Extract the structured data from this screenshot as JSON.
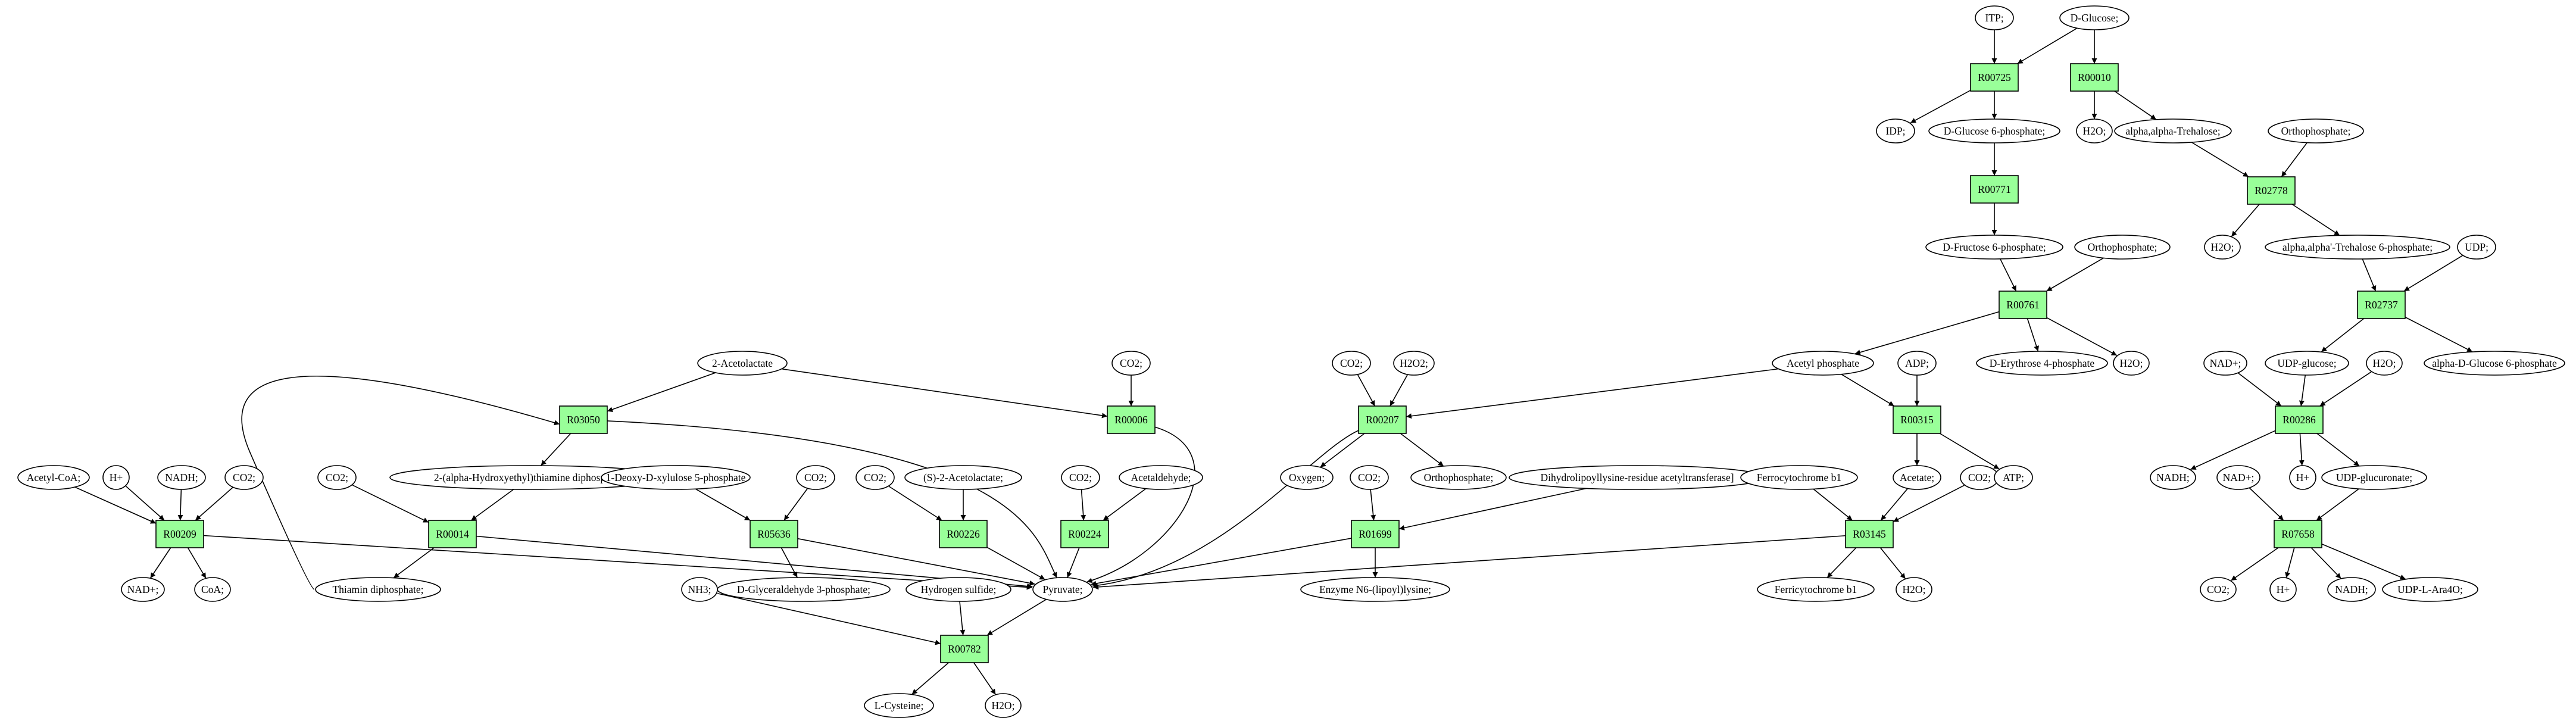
{
  "colors": {
    "background": "#ffffff",
    "reaction_fill": "#99ff99",
    "metabolite_fill": "#ffffff",
    "source_fill": "#00ff00",
    "target_fill": "#ffff00",
    "stroke": "#000000"
  },
  "reactions": [
    {
      "id": "R00725",
      "label": "R00725"
    },
    {
      "id": "R00010",
      "label": "R00010"
    },
    {
      "id": "R00771",
      "label": "R00771"
    },
    {
      "id": "R02778",
      "label": "R02778"
    },
    {
      "id": "R00761",
      "label": "R00761"
    },
    {
      "id": "R02737",
      "label": "R02737"
    },
    {
      "id": "R03050",
      "label": "R03050"
    },
    {
      "id": "R00006",
      "label": "R00006"
    },
    {
      "id": "R00207",
      "label": "R00207"
    },
    {
      "id": "R00315",
      "label": "R00315"
    },
    {
      "id": "R00286",
      "label": "R00286"
    },
    {
      "id": "R00209",
      "label": "R00209"
    },
    {
      "id": "R00014",
      "label": "R00014"
    },
    {
      "id": "R05636",
      "label": "R05636"
    },
    {
      "id": "R00226",
      "label": "R00226"
    },
    {
      "id": "R00224",
      "label": "R00224"
    },
    {
      "id": "R01699",
      "label": "R01699"
    },
    {
      "id": "R03145",
      "label": "R03145"
    },
    {
      "id": "R07658",
      "label": "R07658"
    },
    {
      "id": "R00782",
      "label": "R00782"
    }
  ],
  "metabolites": [
    {
      "id": "itp",
      "label": "ITP;"
    },
    {
      "id": "dglucose",
      "label": "D-Glucose;",
      "role": "source"
    },
    {
      "id": "idp",
      "label": "IDP;"
    },
    {
      "id": "g6p",
      "label": "D-Glucose 6-phosphate;"
    },
    {
      "id": "h2o_a",
      "label": "H2O;"
    },
    {
      "id": "trehalose",
      "label": "alpha,alpha-Trehalose;"
    },
    {
      "id": "pi_a",
      "label": "Orthophosphate;"
    },
    {
      "id": "h2o_b",
      "label": "H2O;"
    },
    {
      "id": "tre6p",
      "label": "alpha,alpha'-Trehalose 6-phosphate;"
    },
    {
      "id": "udp",
      "label": "UDP;"
    },
    {
      "id": "f6p",
      "label": "D-Fructose 6-phosphate;"
    },
    {
      "id": "pi_b",
      "label": "Orthophosphate;"
    },
    {
      "id": "acetylp",
      "label": "Acetyl phosphate"
    },
    {
      "id": "e4p",
      "label": "D-Erythrose 4-phosphate"
    },
    {
      "id": "h2o_c",
      "label": "H2O;"
    },
    {
      "id": "nadp_a",
      "label": "NAD+;"
    },
    {
      "id": "udpglc",
      "label": "UDP-glucose;"
    },
    {
      "id": "h2o_d",
      "label": "H2O;"
    },
    {
      "id": "ag6p",
      "label": "alpha-D-Glucose 6-phosphate"
    },
    {
      "id": "acetolactate",
      "label": "2-Acetolactate"
    },
    {
      "id": "co2_a",
      "label": "CO2;"
    },
    {
      "id": "co2_b",
      "label": "CO2;"
    },
    {
      "id": "h2o2",
      "label": "H2O2;"
    },
    {
      "id": "adp",
      "label": "ADP;"
    },
    {
      "id": "acetylcoa",
      "label": "Acetyl-CoA;"
    },
    {
      "id": "hplus_a",
      "label": "H+"
    },
    {
      "id": "nadh_a",
      "label": "NADH;"
    },
    {
      "id": "co2_c",
      "label": "CO2;"
    },
    {
      "id": "co2_d",
      "label": "CO2;"
    },
    {
      "id": "htpp",
      "label": "2-(alpha-Hydroxyethyl)thiamine diphosphate;"
    },
    {
      "id": "dxp",
      "label": "1-Deoxy-D-xylulose 5-phosphate"
    },
    {
      "id": "co2_e",
      "label": "CO2;"
    },
    {
      "id": "co2_f",
      "label": "CO2;"
    },
    {
      "id": "sacetolactate",
      "label": "(S)-2-Acetolactate;"
    },
    {
      "id": "co2_g",
      "label": "CO2;"
    },
    {
      "id": "acetaldehyde",
      "label": "Acetaldehyde;"
    },
    {
      "id": "oxygen",
      "label": "Oxygen;"
    },
    {
      "id": "co2_h",
      "label": "CO2;"
    },
    {
      "id": "pi_c",
      "label": "Orthophosphate;"
    },
    {
      "id": "dlat",
      "label": "Dihydrolipoyllysine-residue acetyltransferase]"
    },
    {
      "id": "ferro",
      "label": "Ferrocytochrome b1"
    },
    {
      "id": "acetate",
      "label": "Acetate;"
    },
    {
      "id": "co2_i",
      "label": "CO2;"
    },
    {
      "id": "atp",
      "label": "ATP;"
    },
    {
      "id": "nadh_b",
      "label": "NADH;"
    },
    {
      "id": "nadp_b",
      "label": "NAD+;"
    },
    {
      "id": "hplus_b",
      "label": "H+"
    },
    {
      "id": "udpglcur",
      "label": "UDP-glucuronate;"
    },
    {
      "id": "nadp_c",
      "label": "NAD+;"
    },
    {
      "id": "coa",
      "label": "CoA;"
    },
    {
      "id": "tpp",
      "label": "Thiamin diphosphate;"
    },
    {
      "id": "nh3",
      "label": "NH3;"
    },
    {
      "id": "ga3p",
      "label": "D-Glyceraldehyde 3-phosphate;"
    },
    {
      "id": "h2s",
      "label": "Hydrogen sulfide;"
    },
    {
      "id": "pyruvate",
      "label": "Pyruvate;"
    },
    {
      "id": "lipoyl",
      "label": "Enzyme N6-(lipoyl)lysine;"
    },
    {
      "id": "ferri",
      "label": "Ferricytochrome b1"
    },
    {
      "id": "h2o_e",
      "label": "H2O;"
    },
    {
      "id": "co2_j",
      "label": "CO2;"
    },
    {
      "id": "hplus_c",
      "label": "H+"
    },
    {
      "id": "nadh_c",
      "label": "NADH;"
    },
    {
      "id": "udpara",
      "label": "UDP-L-Ara4O;"
    },
    {
      "id": "lcysteine",
      "label": "L-Cysteine;",
      "role": "target"
    },
    {
      "id": "h2o_f",
      "label": "H2O;"
    }
  ],
  "edges": [
    [
      "itp",
      "R00725"
    ],
    [
      "dglucose",
      "R00725"
    ],
    [
      "dglucose",
      "R00010"
    ],
    [
      "R00725",
      "idp"
    ],
    [
      "R00725",
      "g6p"
    ],
    [
      "R00010",
      "h2o_a"
    ],
    [
      "R00010",
      "trehalose"
    ],
    [
      "g6p",
      "R00771"
    ],
    [
      "R00771",
      "f6p"
    ],
    [
      "trehalose",
      "R02778"
    ],
    [
      "pi_a",
      "R02778"
    ],
    [
      "R02778",
      "h2o_b"
    ],
    [
      "R02778",
      "tre6p"
    ],
    [
      "f6p",
      "R00761"
    ],
    [
      "pi_b",
      "R00761"
    ],
    [
      "R00761",
      "acetylp"
    ],
    [
      "R00761",
      "e4p"
    ],
    [
      "R00761",
      "h2o_c"
    ],
    [
      "tre6p",
      "R02737"
    ],
    [
      "udp",
      "R02737"
    ],
    [
      "R02737",
      "udpglc"
    ],
    [
      "R02737",
      "ag6p"
    ],
    [
      "acetylp",
      "R00207"
    ],
    [
      "acetylp",
      "R00315"
    ],
    [
      "adp",
      "R00315"
    ],
    [
      "nadp_a",
      "R00286"
    ],
    [
      "udpglc",
      "R00286"
    ],
    [
      "h2o_d",
      "R00286"
    ],
    [
      "R00286",
      "nadh_b"
    ],
    [
      "R00286",
      "hplus_b"
    ],
    [
      "R00286",
      "udpglcur"
    ],
    [
      "acetolactate",
      "R03050"
    ],
    [
      "acetolactate",
      "R00006"
    ],
    [
      "co2_a",
      "R00006"
    ],
    [
      "co2_b",
      "R00207"
    ],
    [
      "h2o2",
      "R00207"
    ],
    [
      "R00207",
      "oxygen"
    ],
    [
      "R00207",
      "pi_c"
    ],
    [
      "R00207",
      "pyruvate"
    ],
    [
      "R00315",
      "acetate"
    ],
    [
      "R00315",
      "atp"
    ],
    [
      "acetylcoa",
      "R00209"
    ],
    [
      "hplus_a",
      "R00209"
    ],
    [
      "nadh_a",
      "R00209"
    ],
    [
      "co2_c",
      "R00209"
    ],
    [
      "R00209",
      "nadp_c"
    ],
    [
      "R00209",
      "coa"
    ],
    [
      "R00209",
      "pyruvate"
    ],
    [
      "R03050",
      "htpp"
    ],
    [
      "R03050",
      "pyruvate"
    ],
    [
      "htpp",
      "R00014"
    ],
    [
      "co2_d",
      "R00014"
    ],
    [
      "R00014",
      "tpp"
    ],
    [
      "R00014",
      "pyruvate"
    ],
    [
      "tpp",
      "R03050"
    ],
    [
      "dxp",
      "R05636"
    ],
    [
      "co2_e",
      "R05636"
    ],
    [
      "R05636",
      "ga3p"
    ],
    [
      "R05636",
      "pyruvate"
    ],
    [
      "co2_f",
      "R00226"
    ],
    [
      "sacetolactate",
      "R00226"
    ],
    [
      "R00226",
      "pyruvate"
    ],
    [
      "co2_g",
      "R00224"
    ],
    [
      "acetaldehyde",
      "R00224"
    ],
    [
      "R00224",
      "pyruvate"
    ],
    [
      "R00006",
      "pyruvate"
    ],
    [
      "co2_h",
      "R01699"
    ],
    [
      "dlat",
      "R01699"
    ],
    [
      "R01699",
      "lipoyl"
    ],
    [
      "R01699",
      "pyruvate"
    ],
    [
      "ferro",
      "R03145"
    ],
    [
      "acetate",
      "R03145"
    ],
    [
      "co2_i",
      "R03145"
    ],
    [
      "R03145",
      "ferri"
    ],
    [
      "R03145",
      "h2o_e"
    ],
    [
      "R03145",
      "pyruvate"
    ],
    [
      "nadp_b",
      "R07658"
    ],
    [
      "udpglcur",
      "R07658"
    ],
    [
      "R07658",
      "co2_j"
    ],
    [
      "R07658",
      "hplus_c"
    ],
    [
      "R07658",
      "nadh_c"
    ],
    [
      "R07658",
      "udpara"
    ],
    [
      "nh3",
      "R00782"
    ],
    [
      "h2s",
      "R00782"
    ],
    [
      "pyruvate",
      "R00782"
    ],
    [
      "R00782",
      "lcysteine"
    ],
    [
      "R00782",
      "h2o_f"
    ]
  ]
}
